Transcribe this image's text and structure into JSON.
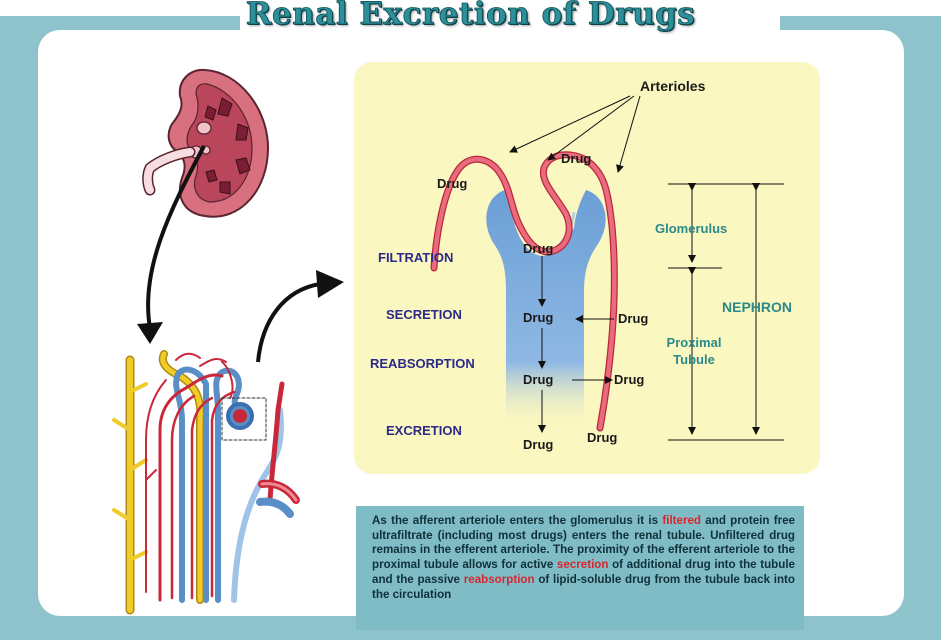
{
  "title": "Renal Excretion of Drugs",
  "labels": {
    "arterioles": "Arterioles",
    "drug": "Drug",
    "filtration": "FILTRATION",
    "secretion": "SECRETION",
    "reabsorption": "REABSORPTION",
    "excretion": "EXCRETION",
    "glomerulus": "Glomerulus",
    "nephron": "NEPHRON",
    "proximal_tubule": "Proximal Tubule"
  },
  "caption": {
    "p1": "As the afferent arteriole enters the glomerulus it is ",
    "h1": "filtered",
    "p2": " and protein free ultrafiltrate (including most drugs) enters the renal tubule. Unfiltered drug remains in the efferent arteriole. The proximity of the efferent arteriole to the proximal tubule allows for active ",
    "h2": "secretion",
    "p3": " of additional drug into the tubule and the passive ",
    "h3": "reabsorption",
    "p4": " of lipid-soluble drug from the tubule back into the circulation"
  },
  "colors": {
    "frame": "#8fc3cc",
    "panel": "#fbf7c0",
    "tubule": "#6b9fd6",
    "arteriole": "#e05a6e",
    "title": "#2d8f9a",
    "caption_bg": "#7fbcc6",
    "highlight": "#d8262e"
  }
}
